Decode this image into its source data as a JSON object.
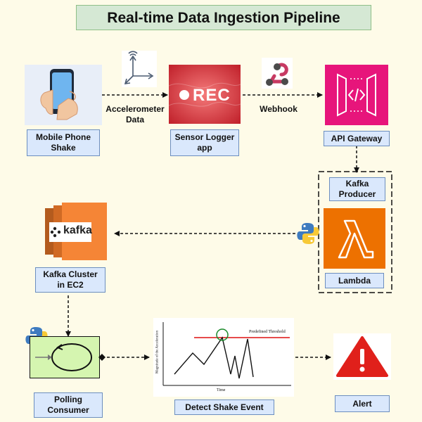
{
  "title": "Real-time Data Ingestion Pipeline",
  "nodes": {
    "mobile": "Mobile Phone\nShake",
    "sensor": "Sensor Logger\napp",
    "sensor_badge": "REC",
    "api": "API Gateway",
    "producer": "Kafka\nProducer",
    "lambda": "Lambda",
    "kafka_cluster": "Kafka Cluster\nin EC2",
    "kafka_logo": "kafka",
    "consumer": "Polling\nConsumer",
    "detect": "Detect Shake Event",
    "alert": "Alert"
  },
  "edges": {
    "accel": "Accelerometer\nData",
    "webhook": "Webhook"
  },
  "plot": {
    "threshold_label": "Predefined Threshold",
    "ylabel": "Magnitude of the Acceleration",
    "xlabel": "Time"
  },
  "colors": {
    "title_bg": "#d5e8d4",
    "label_bg": "#dae8fc",
    "api_gateway": "#e7157b",
    "lambda": "#ed7100",
    "kafka_orange": "#f58536",
    "alert_red": "#e0201b",
    "consumer_green": "#d5f5b0"
  },
  "icons": [
    "phone-in-hand-icon",
    "axes-icon",
    "rec-icon",
    "webhook-icon",
    "api-gateway-icon",
    "python-icon",
    "lambda-icon",
    "kafka-icon",
    "polling-loop-icon",
    "shake-plot-icon",
    "alert-icon"
  ]
}
